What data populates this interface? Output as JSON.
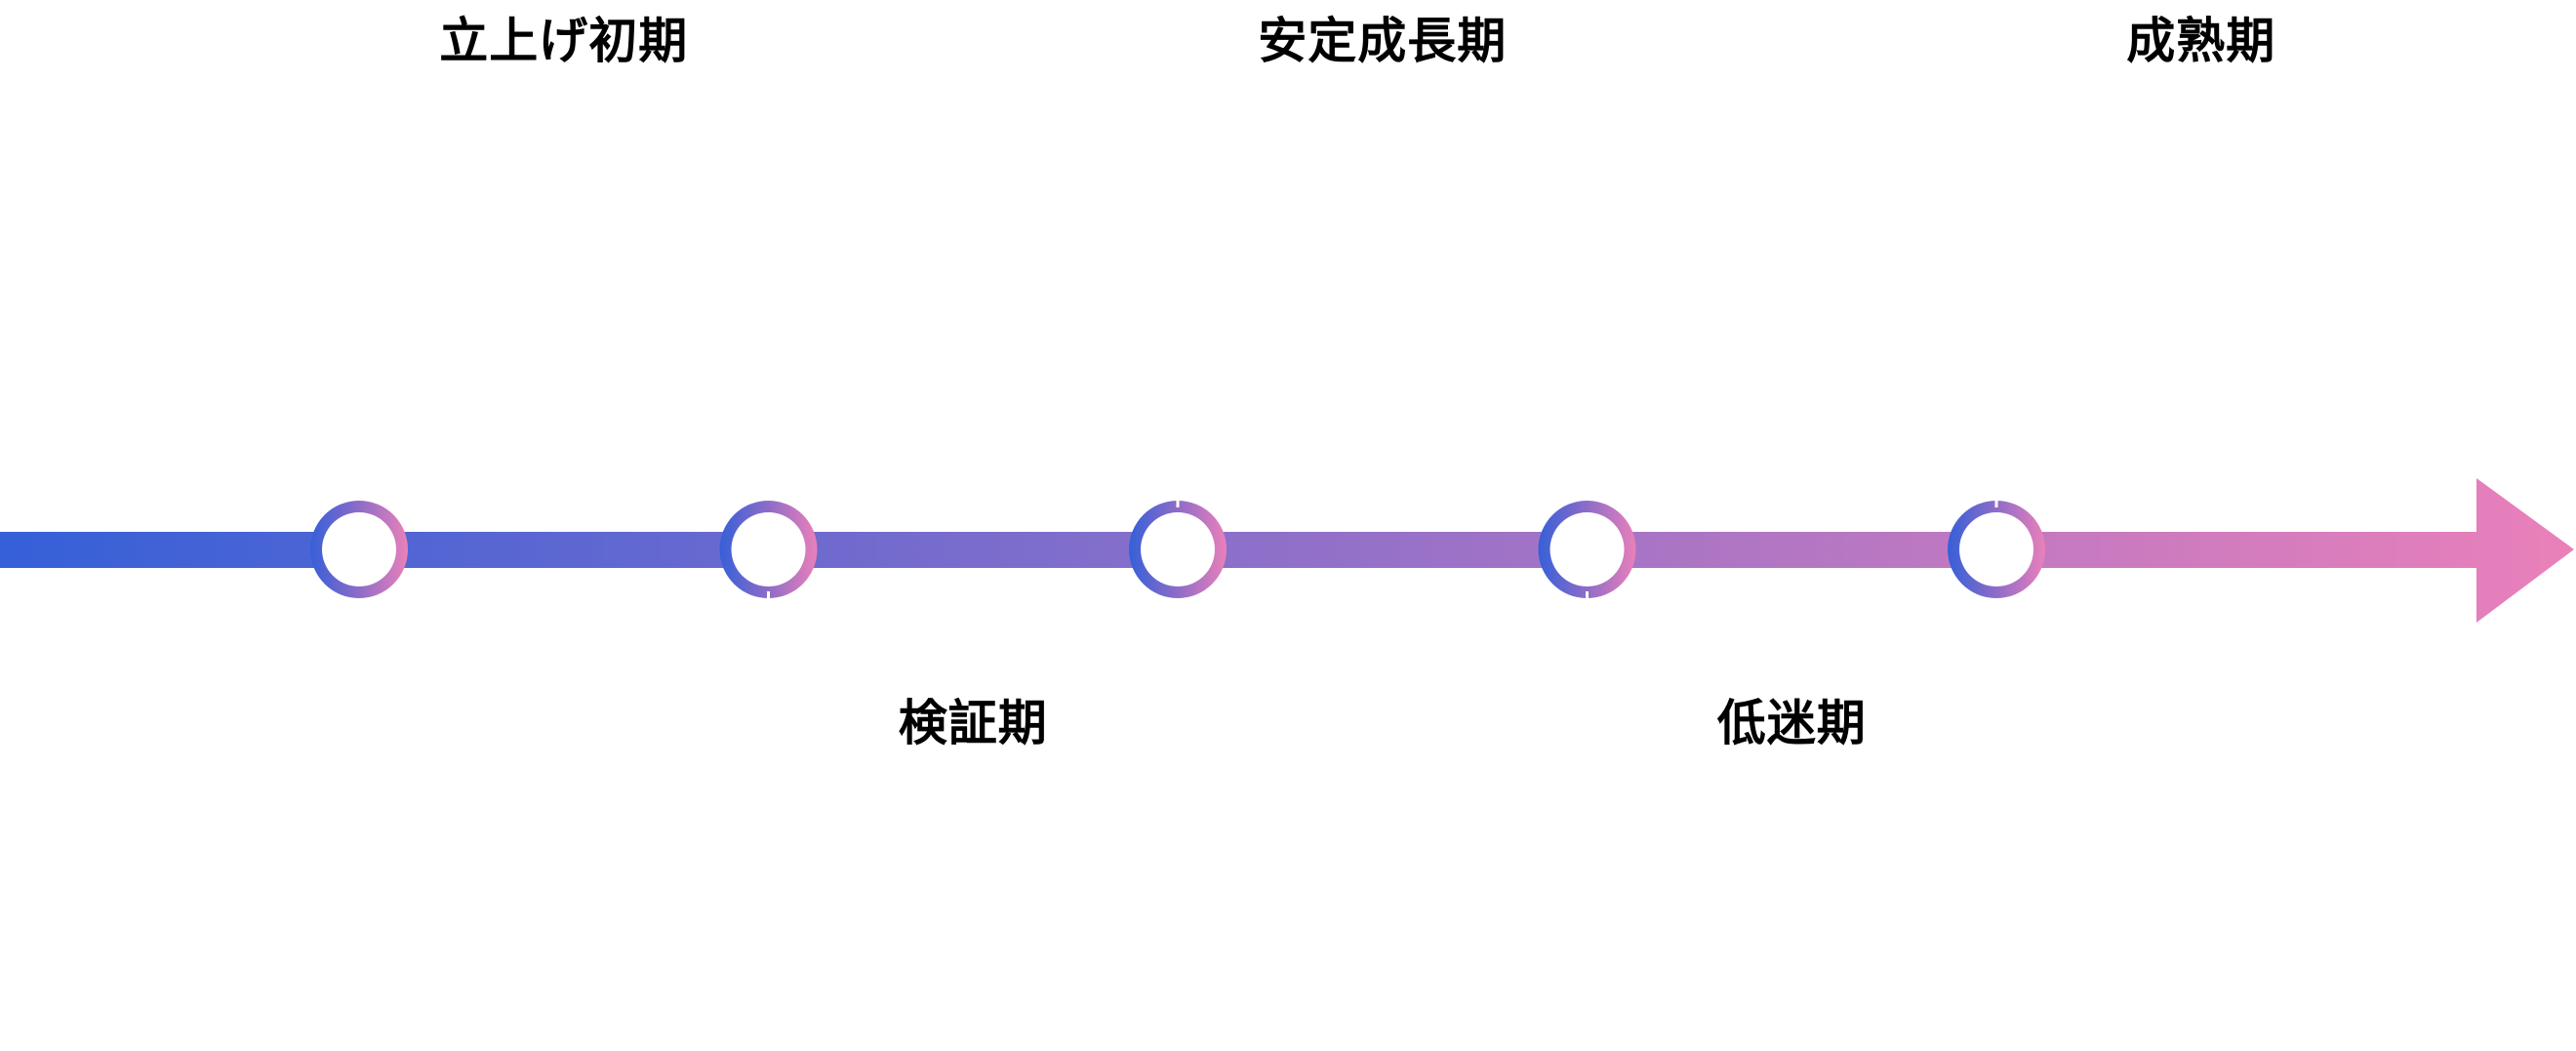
{
  "diagram": {
    "type": "timeline",
    "direction": "left-to-right",
    "colors": {
      "gradient_start": "#3560d8",
      "gradient_end": "#ea80ba",
      "ring_start": "#3560d8",
      "ring_mid": "#8e6cc8",
      "ring_end": "#ea80ba",
      "label_text": "#000000",
      "background": "#ffffff"
    },
    "milestones": [
      {
        "id": "m1",
        "tick": "none"
      },
      {
        "id": "m2",
        "tick": "bottom"
      },
      {
        "id": "m3",
        "tick": "top"
      },
      {
        "id": "m4",
        "tick": "bottom"
      },
      {
        "id": "m5",
        "tick": "top"
      }
    ],
    "stages": [
      {
        "label": "立上げ初期",
        "position": "top"
      },
      {
        "label": "検証期",
        "position": "bottom"
      },
      {
        "label": "安定成長期",
        "position": "top"
      },
      {
        "label": "低迷期",
        "position": "bottom"
      },
      {
        "label": "成熟期",
        "position": "top"
      }
    ]
  }
}
